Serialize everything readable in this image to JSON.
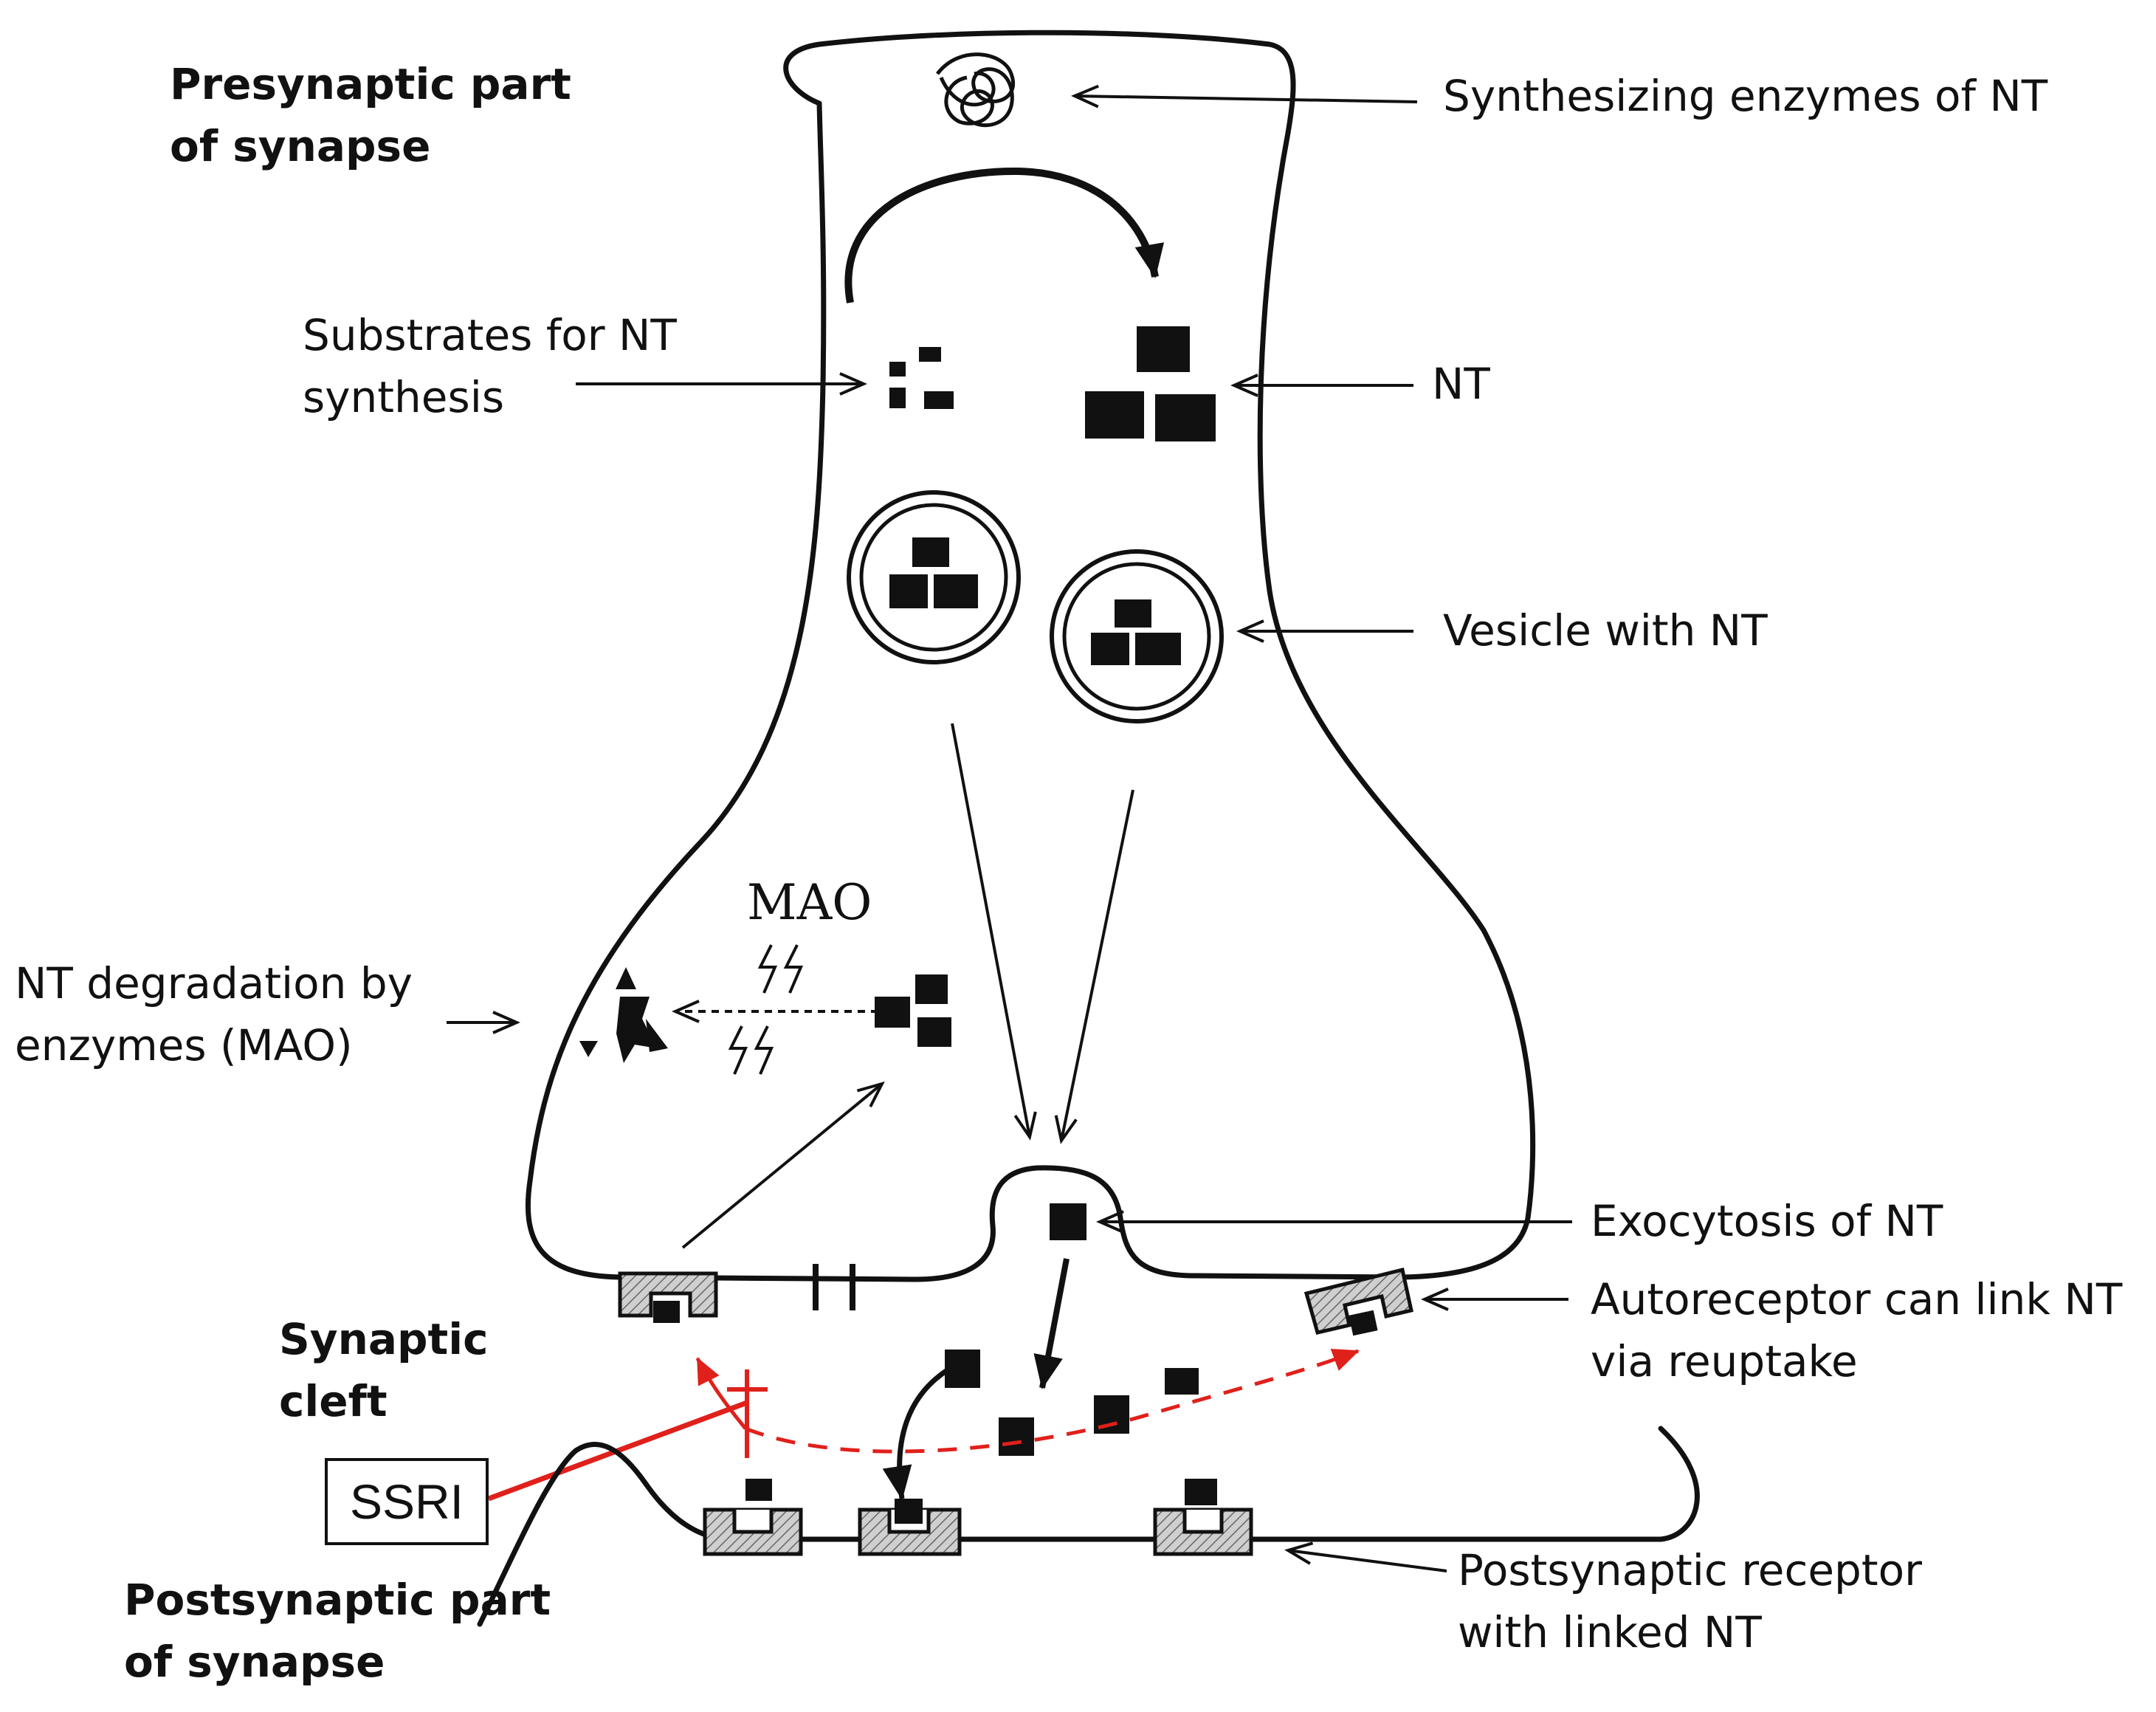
{
  "labels": {
    "presynaptic_line1": "Presynaptic part",
    "presynaptic_line2": "of synapse",
    "synthesizing_enzymes": "Synthesizing enzymes of NT",
    "substrates_line1": "Substrates for NT",
    "substrates_line2": "synthesis",
    "nt": "NT",
    "vesicle": "Vesicle with NT",
    "mao": "MAO",
    "degradation_line1": "NT degradation by",
    "degradation_line2": "enzymes (MAO)",
    "exocytosis": "Exocytosis of NT",
    "autoreceptor_line1": "Autoreceptor can link NT",
    "autoreceptor_line2": "via reuptake",
    "synaptic_cleft_line1": "Synaptic",
    "synaptic_cleft_line2": "cleft",
    "ssri": "SSRI",
    "postsynaptic_line1": "Postsynaptic part",
    "postsynaptic_line2": "of synapse",
    "postsynaptic_receptor_line1": "Postsynaptic receptor",
    "postsynaptic_receptor_line2": "with linked NT"
  },
  "colors": {
    "ink": "#111111",
    "inhibition": "#e0201b",
    "receptor_fill": "#bdbdbd"
  }
}
